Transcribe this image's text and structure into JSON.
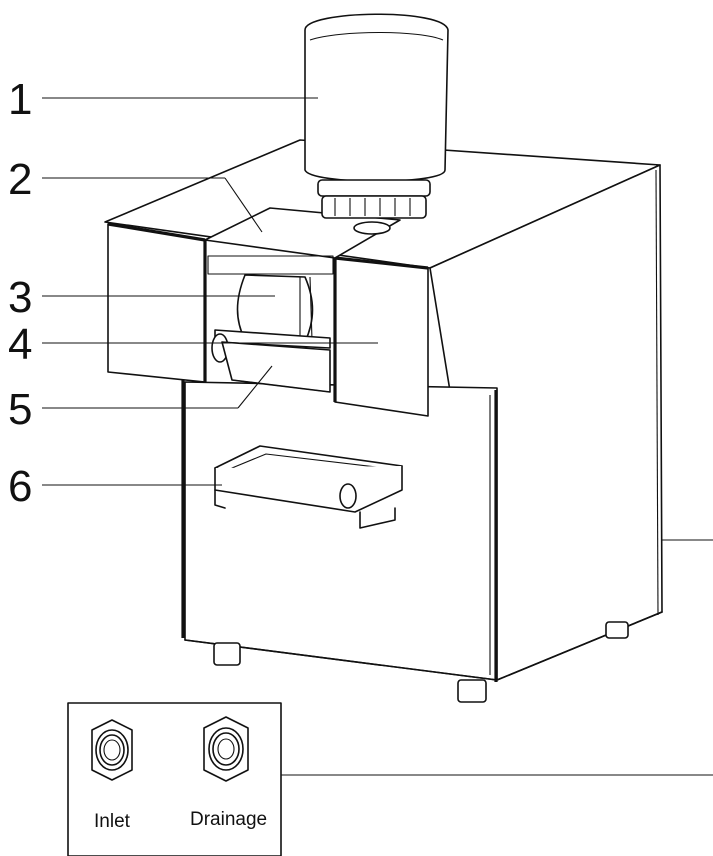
{
  "callouts": [
    {
      "number": "1"
    },
    {
      "number": "2"
    },
    {
      "number": "3"
    },
    {
      "number": "4"
    },
    {
      "number": "5"
    },
    {
      "number": "6"
    }
  ],
  "ports": {
    "inlet_label": "Inlet",
    "drainage_label": "Drainage"
  }
}
